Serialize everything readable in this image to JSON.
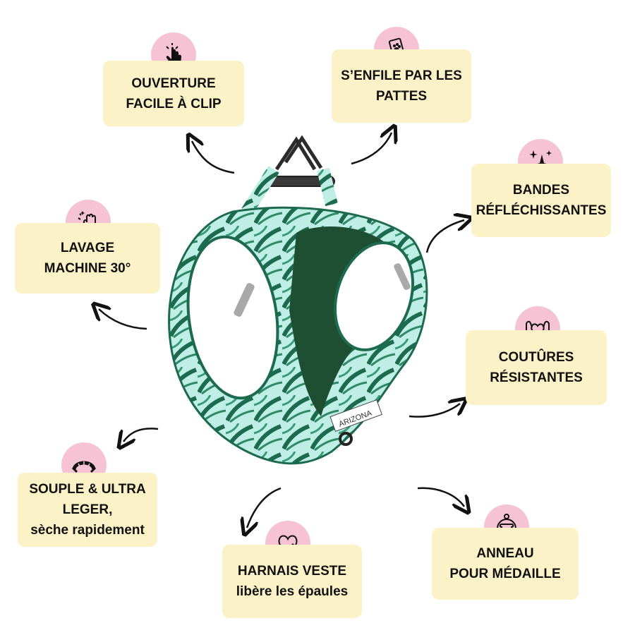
{
  "features": {
    "clip": {
      "line1": "OUVERTURE",
      "line2": "FACILE À CLIP",
      "icon": "finger-tap-icon"
    },
    "legs": {
      "line1": "S’ENFILE PAR LES",
      "line2": "PATTES",
      "icon": "paw-in-hand-icon"
    },
    "reflective": {
      "line1": "BANDES",
      "line2": "RÉFLÉCHISSANTES",
      "icon": "sparkles-icon"
    },
    "wash": {
      "line1": "LAVAGE",
      "line2": "MACHINE 30°",
      "icon": "washing-hand-icon"
    },
    "seams": {
      "line1": "COUTÛRES",
      "line2": "RÉSISTANTES",
      "icon": "strong-heart-icon"
    },
    "light": {
      "line1": "SOUPLE & ULTRA",
      "line2": "LEGER,",
      "line3": "sèche rapidement",
      "icon": "flexible-band-icon"
    },
    "vest": {
      "line1": "HARNAIS VESTE",
      "line2": "libère les épaules",
      "icon": "heart-paw-icon"
    },
    "ring": {
      "line1": "ANNEAU",
      "line2": "POUR MÉDAILLE",
      "icon": "bone-tag-icon"
    }
  },
  "product": {
    "brand_label": "ARIZONA"
  },
  "colors": {
    "card_bg": "#fbf2c7",
    "badge_bg": "#f6c3d4",
    "harness_green": "#1d6b4e",
    "harness_light": "#bfeee6",
    "lining": "#1f4f33"
  }
}
